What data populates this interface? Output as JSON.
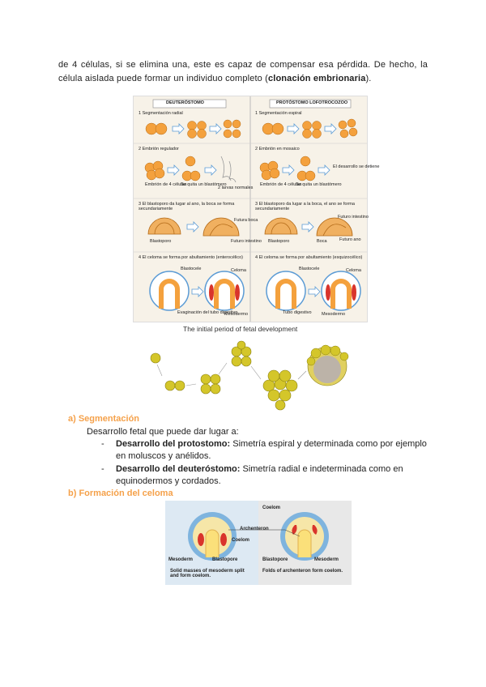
{
  "intro": {
    "text_before": "de 4 células, si se elimina una, este es capaz de compensar esa pérdida. De hecho, la célula aislada puede formar un individuo completo (",
    "bold": "clonación embrionaria",
    "text_after": ")."
  },
  "figure1": {
    "left_header": "DEUTERÓSTOMO",
    "right_header": "PROTÓSTOMO LOFOTROCOZOO",
    "rows": [
      {
        "left": "1 Segmentación radial",
        "right": "1 Segmentación espiral"
      },
      {
        "left": "2 Embrión regulador",
        "right": "2 Embrión en mosaico"
      },
      {
        "left": "3 El blastoporo da lugar al ano, la boca se forma secundariamente",
        "right": "3 El blastoporo da lugar a la boca, el ano se forma secundariamente"
      },
      {
        "left": "4 El celoma se forma por abultamiento (enterocélico)",
        "right": "4 El celoma se forma por abultamiento (esquizocélico)"
      }
    ],
    "labels_left": [
      "Embrión de 4 células",
      "Se quita un blastómero",
      "2 larvas normales",
      "Futura boca",
      "Blastoporo",
      "Futuro intestino",
      "Blastocele",
      "Celoma",
      "Evaginación del tubo digestivo",
      "Mesodermo"
    ],
    "labels_right": [
      "El desarrollo se detiene",
      "Embrión de 4 células",
      "Se quita un blastómero",
      "Futuro intestino",
      "Blastoporo",
      "Boca",
      "Futuro ano",
      "Blastocele",
      "Celoma",
      "Tubo digestivo",
      "Mesodermo"
    ]
  },
  "figure2": {
    "caption": "The initial period of fetal development"
  },
  "section_a": {
    "heading": "a)  Segmentación",
    "intro": "Desarrollo fetal que puede dar lugar a:",
    "bullets": [
      {
        "bold": "Desarrollo del protostomo:",
        "text": " Simetría espiral y determinada como por ejemplo en moluscos y anélidos."
      },
      {
        "bold": "Desarrollo del deuteróstomo:",
        "text": " Simetría radial e indeterminada como en equinodermos y cordados."
      }
    ]
  },
  "section_b": {
    "heading": "b)  Formación del celoma"
  },
  "figure3": {
    "labels": {
      "coelom_top": "Coelom",
      "archenteron": "Archenteron",
      "coelom_left": "Coelom",
      "mesoderm_left": "Mesoderm",
      "blastopore_left": "Blastopore",
      "blastopore_right": "Blastopore",
      "mesoderm_right": "Mesoderm",
      "caption_left": "Solid masses of mesoderm split and form coelom.",
      "caption_right": "Folds of archenteron form coelom."
    }
  },
  "colors": {
    "heading": "#f5a14a",
    "orange_cell": "#f4a13d",
    "yellow_cell": "#d4c62a",
    "blue_bg": "#e6eef5"
  }
}
